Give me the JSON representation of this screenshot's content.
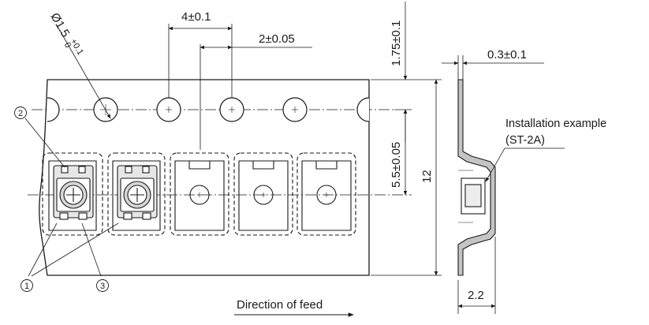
{
  "dimensions": {
    "hole_diameter": "Ø1.5",
    "hole_diameter_tol_upper": "+0.1",
    "hole_diameter_tol_lower": "0",
    "hole_pitch": "4±0.1",
    "pocket_offset": "2±0.05",
    "hole_edge_distance": "1.75±0.1",
    "pocket_to_hole": "5.5±0.05",
    "tape_width": "12",
    "tape_thickness": "0.3±0.1",
    "total_thickness": "2.2"
  },
  "callouts": {
    "c1": "1",
    "c2": "2",
    "c3": "3"
  },
  "installation": {
    "label": "Installation example",
    "model": "(ST-2A)"
  },
  "feed": {
    "label": "Direction of feed"
  },
  "colors": {
    "line": "#1a1a1a",
    "tape_fill": "#ffffff",
    "part_fill": "#e6e6e6",
    "section_hatch": "#9a9a9a"
  }
}
